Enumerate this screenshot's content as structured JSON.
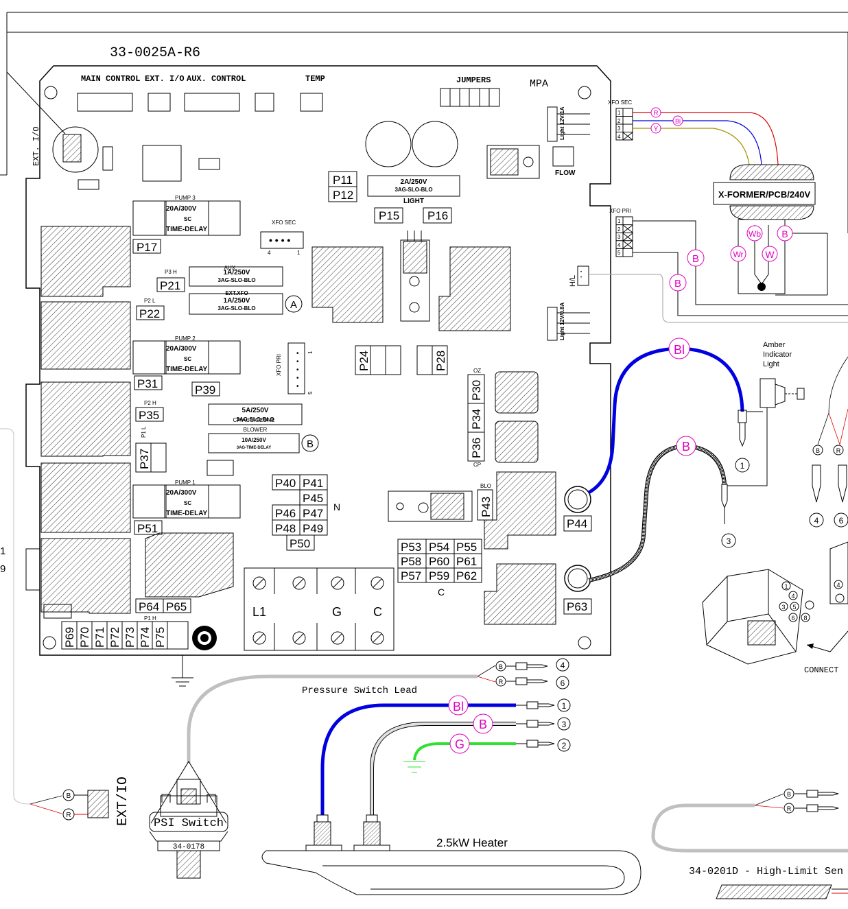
{
  "drawing_number": "33-0025A-R6",
  "board": {
    "name": "MPA",
    "headers": [
      "MAIN CONTROL",
      "EXT. I/O",
      "AUX. CONTROL",
      "TEMP",
      "JUMPERS"
    ],
    "ext_io_label": "EXT. I/O",
    "flow_label": "FLOW",
    "light_12v_1a": "Light 12V/1A",
    "light_12v_08a": "Light 12V/0.8A",
    "hl_label": "H/L",
    "xfo_sec_label": "XFO SEC",
    "xfo_pri_label": "XFO PRI",
    "xfo_sec_pins": [
      "4",
      "1"
    ],
    "xfo_pri_pins": [
      "1",
      "5"
    ],
    "pins": {
      "p11": "P11",
      "p12": "P12",
      "p15": "P15",
      "p16": "P16",
      "p17": "P17",
      "p21": "P21",
      "p22": "P22",
      "p24": "P24",
      "p28": "P28",
      "p30": "P30",
      "p31": "P31",
      "p34": "P34",
      "p35": "P35",
      "p36": "P36",
      "p37": "P37",
      "p39": "P39",
      "p40": "P40",
      "p41": "P41",
      "p43": "P43",
      "p44": "P44",
      "p45": "P45",
      "p46": "P46",
      "p47": "P47",
      "p48": "P48",
      "p49": "P49",
      "p50": "P50",
      "p51": "P51",
      "p53": "P53",
      "p54": "P54",
      "p55": "P55",
      "p57": "P57",
      "p58": "P58",
      "p59": "P59",
      "p60": "P60",
      "p61": "P61",
      "p62": "P62",
      "p63": "P63",
      "p64": "P64",
      "p65": "P65",
      "p69": "P69",
      "p70": "P70",
      "p71": "P71",
      "p72": "P72",
      "p73": "P73",
      "p74": "P74",
      "p75": "P75"
    },
    "pin_notes": {
      "p3h": "P3 H",
      "p2l": "P2 L",
      "p2h": "P2 H",
      "p1l": "P1 L",
      "p1h": "P1 H",
      "oz": "OZ",
      "cp": "CP",
      "blo": "BLO",
      "n": "N",
      "c": "C"
    },
    "terminals": [
      "L1",
      "G",
      "C"
    ],
    "fuses": {
      "light": {
        "rating": "2A/250V",
        "type": "3AG-SLO-BLO",
        "name": "LIGHT"
      },
      "pump3": {
        "name": "PUMP 3",
        "rating": "20A/300V",
        "sc": "SC",
        "type": "TIME-DELAY"
      },
      "pump2": {
        "name": "PUMP 2",
        "rating": "20A/300V",
        "sc": "SC",
        "type": "TIME-DELAY"
      },
      "pump1": {
        "name": "PUMP 1",
        "rating": "20A/300V",
        "sc": "SC",
        "type": "TIME-DELAY"
      },
      "aux": {
        "name": "AUX.",
        "rating": "1A/250V",
        "type": "3AG-SLO-BLO"
      },
      "extxfo": {
        "name": "EXT.XFO",
        "rating": "1A/250V",
        "type": "3AG-SLO-BLO",
        "marker": "A"
      },
      "cp": {
        "name": "CP/ACC/OZONE",
        "rating": "5A/250V",
        "type": "3AG-SLO-BLO"
      },
      "blower": {
        "name": "BLOWER",
        "rating": "10A/250V",
        "type": "3AG-TIME-DELAY",
        "marker": "B"
      }
    }
  },
  "transformer": {
    "label": "X-FORMER/PCB/240V",
    "sec_header": "XFO SEC",
    "pri_header": "XFO PRI",
    "sec_pins": [
      "1",
      "2",
      "3",
      "4"
    ],
    "pri_pins": [
      "1",
      "2",
      "3",
      "4",
      "5"
    ],
    "sec_wires": [
      "R",
      "Bl",
      "Y"
    ],
    "pri_wires": [
      "Wb",
      "B",
      "Wr",
      "W"
    ],
    "pri_taps": [
      "B",
      "B"
    ],
    "colors": {
      "red": "#e00000",
      "blue": "#0000e0",
      "yellow": "#a89000"
    }
  },
  "amber_light": {
    "line1": "Amber",
    "line2": "Indicator",
    "line3": "Light"
  },
  "wires": {
    "blue_label": "Bl",
    "black_label": "B",
    "green_label": "G",
    "red_label": "R"
  },
  "callouts": {
    "c1": "1",
    "c2": "2",
    "c3": "3",
    "c4": "4",
    "c6": "6",
    "c8": "8",
    "c5": "5"
  },
  "pressure_switch": {
    "lead_label": "Pressure Switch Lead",
    "name": "PSI Switch",
    "part": "34-0178"
  },
  "heater": {
    "label": "2.5kW Heater"
  },
  "ext_io_plug": "EXT/IO",
  "high_limit": "34-0201D - High-Limit Sen",
  "connect_label": "CONNECT",
  "left_edge_glyphs": [
    "1",
    "9"
  ]
}
